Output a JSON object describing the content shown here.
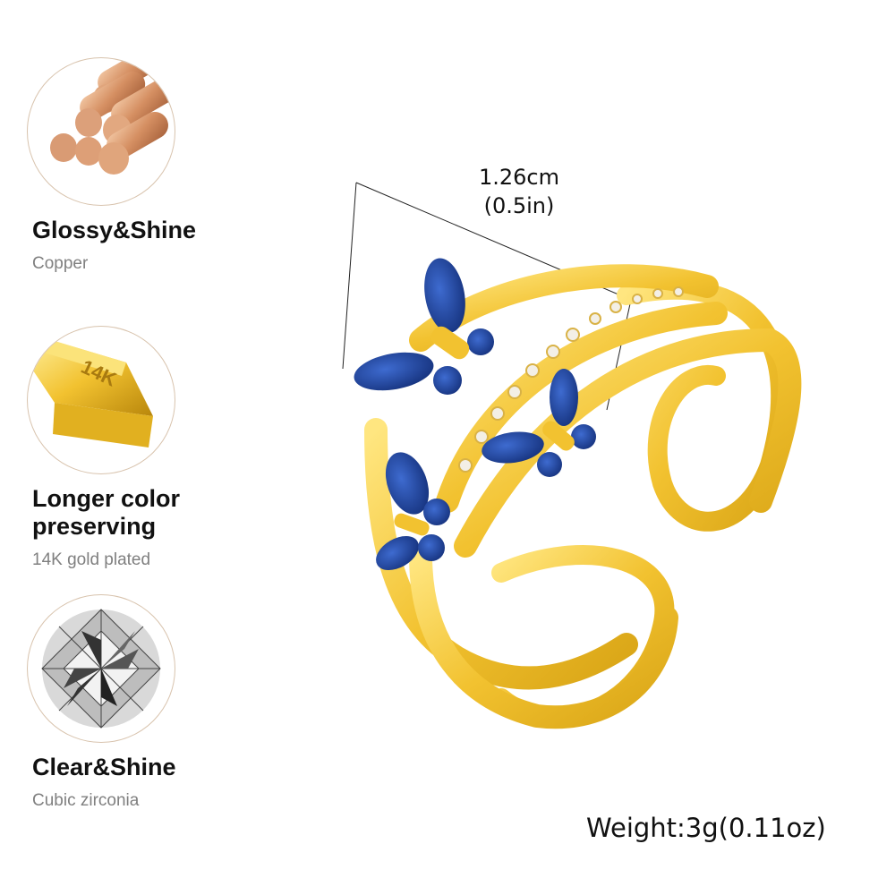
{
  "features": [
    {
      "title": "Glossy&Shine",
      "subtitle": "Copper",
      "icon": "copper-rods-icon",
      "image_text": ""
    },
    {
      "title_lines": [
        "Longer color",
        "preserving"
      ],
      "subtitle": "14K gold plated",
      "icon": "gold-bar-icon",
      "image_text": "14K"
    },
    {
      "title": "Clear&Shine",
      "subtitle": "Cubic zirconia",
      "icon": "diamond-icon",
      "image_text": ""
    }
  ],
  "product": {
    "name": "butterfly-ring",
    "dimension": {
      "metric": "1.26cm",
      "imperial": "(0.5in)"
    },
    "weight_label": "Weight:3g(0.11oz)"
  },
  "colors": {
    "gold": "#f2c230",
    "gold_dark": "#c99a10",
    "sapphire": "#1f3f8f",
    "copper": "#d9966b",
    "circle_border": "#d8c3ad"
  }
}
